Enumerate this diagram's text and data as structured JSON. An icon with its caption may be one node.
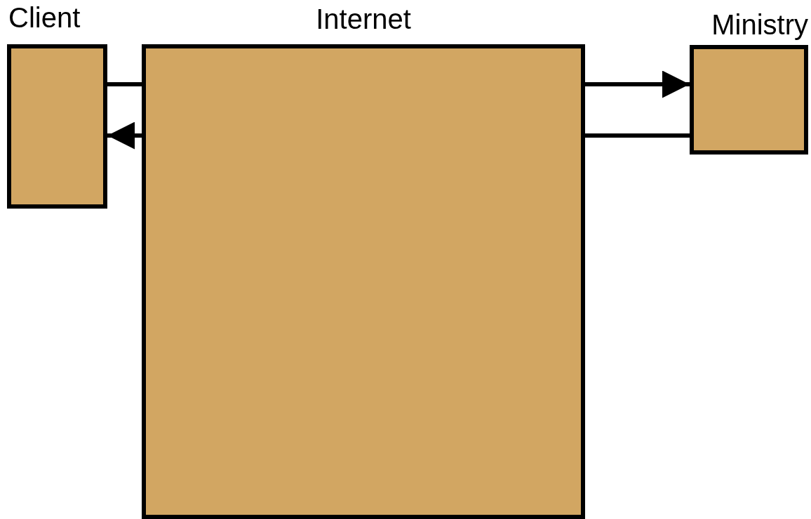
{
  "diagram": {
    "nodes": [
      {
        "text": [
          "Client"
        ]
      },
      {
        "text": [
          "Internet"
        ]
      },
      {
        "text": [
          "Ministry"
        ]
      }
    ],
    "edges": [
      {
        "from": 0,
        "to": 1,
        "arrow": "none"
      },
      {
        "from": 1,
        "to": 0,
        "arrow": "to"
      },
      {
        "from": 1,
        "to": 2,
        "arrow": "to"
      },
      {
        "from": 2,
        "to": 1,
        "arrow": "none"
      }
    ]
  }
}
